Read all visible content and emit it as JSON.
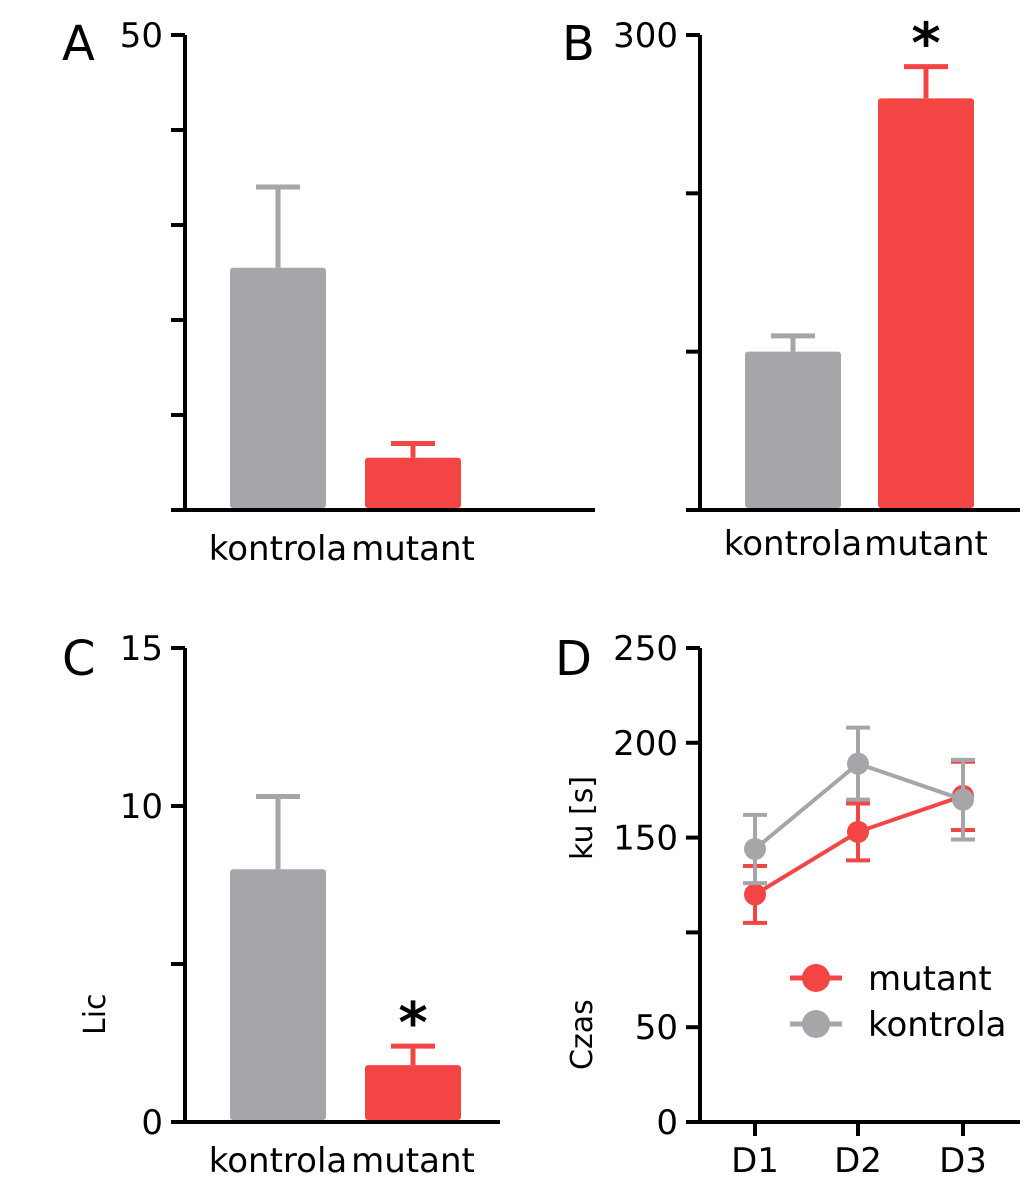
{
  "colors": {
    "kontrola": "#a6a6aa",
    "mutant": "#f44545",
    "axis": "#000000"
  },
  "chart_data": [
    {
      "panel": "A",
      "type": "bar",
      "categories": [
        "kontrola",
        "mutant"
      ],
      "values": [
        25.5,
        5.5
      ],
      "errors": [
        8.5,
        1.5
      ],
      "ylim": [
        0,
        50
      ],
      "yticks": [
        0,
        10,
        20,
        30,
        40,
        50
      ],
      "visible_tick_labels": [
        "50"
      ],
      "ylabel": "",
      "significance": [
        "",
        ""
      ]
    },
    {
      "panel": "B",
      "type": "bar",
      "categories": [
        "kontrola",
        "mutant"
      ],
      "values": [
        100,
        260
      ],
      "errors": [
        10,
        20
      ],
      "ylim": [
        0,
        300
      ],
      "yticks": [
        0,
        100,
        200,
        300
      ],
      "visible_tick_labels": [
        "300"
      ],
      "ylabel": "",
      "significance": [
        "",
        "*"
      ]
    },
    {
      "panel": "C",
      "type": "bar",
      "categories": [
        "kontrola",
        "mutant"
      ],
      "values": [
        8,
        1.8
      ],
      "errors": [
        2.3,
        0.6
      ],
      "ylim": [
        0,
        15
      ],
      "yticks": [
        0,
        5,
        10,
        15
      ],
      "visible_tick_labels": [
        "0",
        "10",
        "15"
      ],
      "ylabel": "Lic",
      "significance": [
        "",
        "*"
      ]
    },
    {
      "panel": "D",
      "type": "line",
      "x": [
        "D1",
        "D2",
        "D3"
      ],
      "series": [
        {
          "name": "mutant",
          "values": [
            120,
            153,
            172
          ],
          "errors": [
            15,
            15,
            18
          ]
        },
        {
          "name": "kontrola",
          "values": [
            144,
            189,
            170
          ],
          "errors": [
            18,
            19,
            21
          ]
        }
      ],
      "ylim": [
        0,
        250
      ],
      "yticks": [
        0,
        50,
        100,
        150,
        200,
        250
      ],
      "visible_tick_labels": [
        "0",
        "50",
        "150",
        "200",
        "250"
      ],
      "ylabel": "Czas ... ku [s]",
      "ylabel_fragments": [
        "Czas",
        "ku [s]"
      ]
    }
  ]
}
